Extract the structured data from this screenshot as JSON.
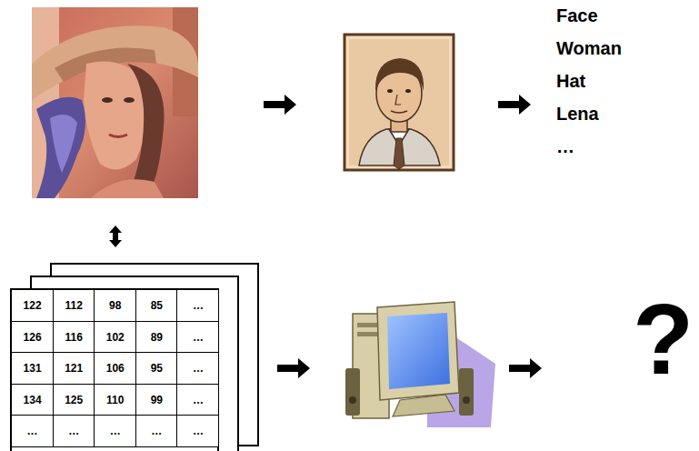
{
  "diagram": {
    "labels": [
      "Face",
      "Woman",
      "Hat",
      "Lena",
      "…",
      "122",
      "112",
      "98",
      "85",
      "…",
      "126",
      "116",
      "102",
      "89",
      "…",
      "131",
      "121",
      "106",
      "95",
      "…",
      "134",
      "125",
      "110",
      "99",
      "…",
      "…",
      "…",
      "…",
      "…",
      "…",
      "?"
    ]
  }
}
